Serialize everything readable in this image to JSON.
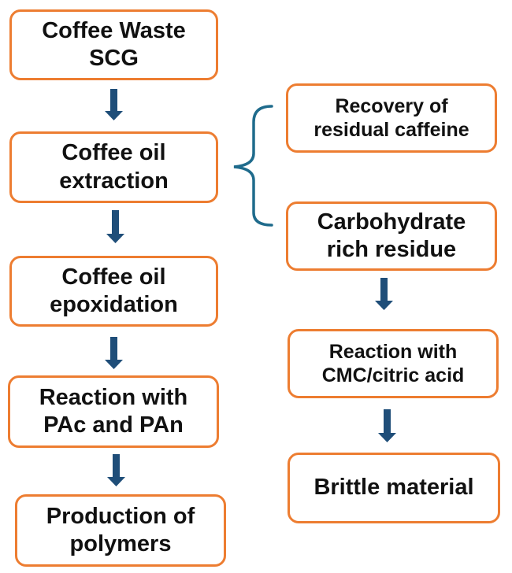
{
  "diagram": {
    "left_column": [
      {
        "id": "coffee-waste",
        "lines": [
          "Coffee Waste",
          "SCG"
        ]
      },
      {
        "id": "oil-extraction",
        "lines": [
          "Coffee oil",
          "extraction"
        ]
      },
      {
        "id": "oil-epoxidation",
        "lines": [
          "Coffee oil",
          "epoxidation"
        ]
      },
      {
        "id": "reaction-pac-pan",
        "lines": [
          "Reaction with",
          "PAc and PAn"
        ]
      },
      {
        "id": "production-polymers",
        "lines": [
          "Production of",
          "polymers"
        ]
      }
    ],
    "right_column": [
      {
        "id": "recovery-caffeine",
        "lines": [
          "Recovery of",
          "residual caffeine"
        ]
      },
      {
        "id": "carbohydrate-residue",
        "lines": [
          "Carbohydrate",
          "rich residue"
        ]
      },
      {
        "id": "reaction-cmc",
        "lines": [
          "Reaction with",
          "CMC/citric acid"
        ]
      },
      {
        "id": "brittle-material",
        "lines": [
          "Brittle material"
        ]
      }
    ],
    "colors": {
      "box_border": "#ED7D31",
      "arrow": "#1F4E79",
      "brace": "#1F6B8C",
      "text": "#111111"
    }
  }
}
